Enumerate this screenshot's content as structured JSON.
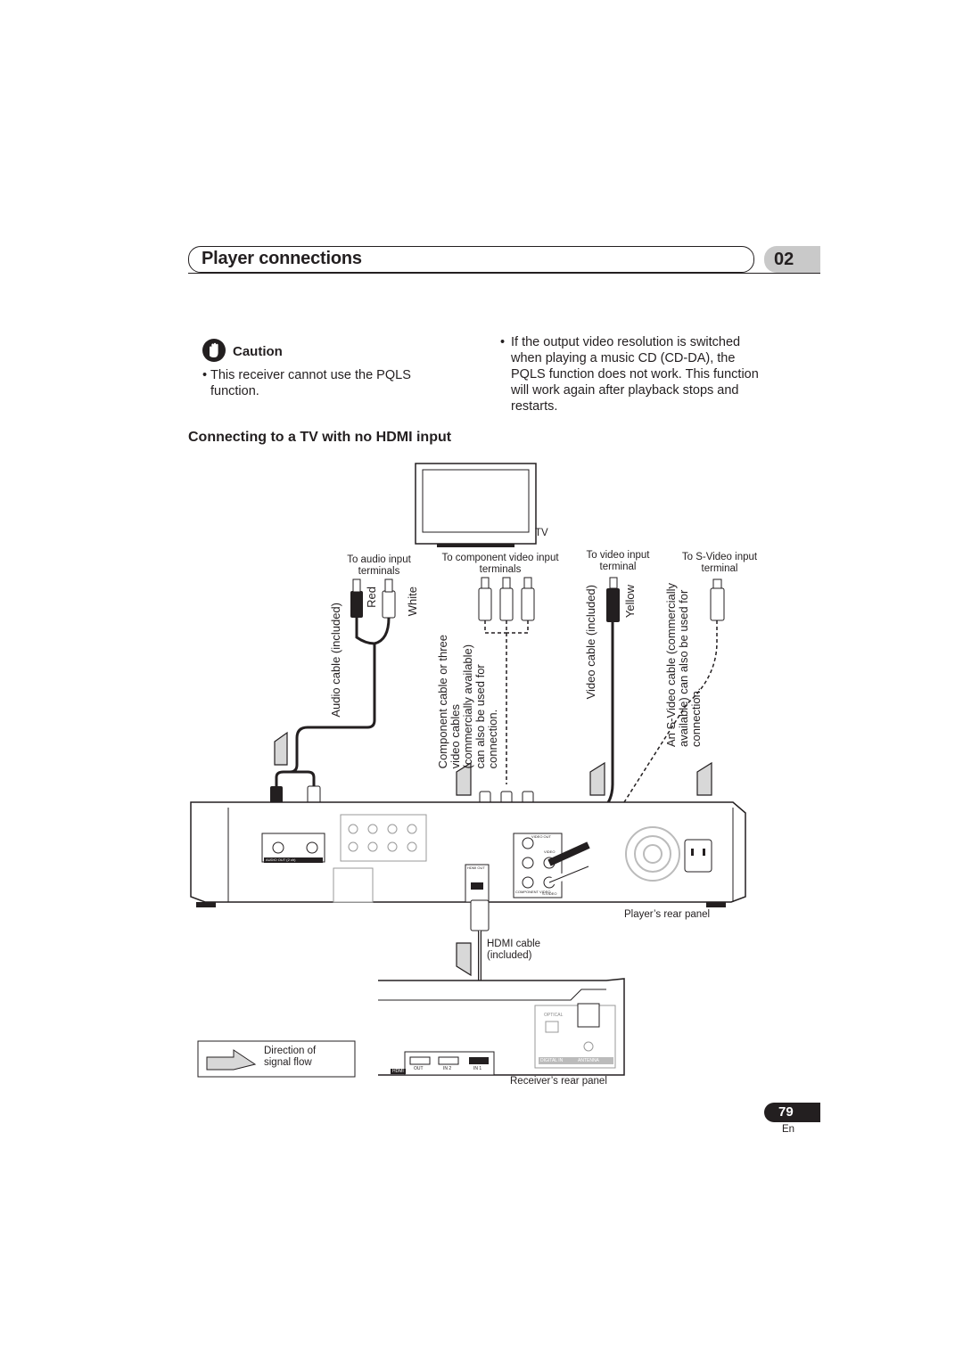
{
  "header": {
    "title": "Player connections",
    "chapter": "02"
  },
  "caution": {
    "label": "Caution",
    "bullet_left": [
      "This receiver cannot use the PQLS",
      "function."
    ],
    "bullet_right": [
      "If the output video resolution is switched",
      "when playing a music CD (CD-DA), the",
      "PQLS function does not work. This function",
      "will work again after playback stops and",
      "restarts."
    ]
  },
  "section_title": "Connecting to a TV with no HDMI input",
  "diagram": {
    "tv_label": "TV",
    "audio_input": [
      "To audio input",
      "terminals"
    ],
    "component_input": [
      "To component video input",
      "terminals"
    ],
    "video_input": [
      "To video input",
      "terminal"
    ],
    "svideo_input": [
      "To S-Video input",
      "terminal"
    ],
    "red": "Red",
    "white": "White",
    "yellow": "Yellow",
    "audio_cable": "Audio cable (included)",
    "component_cable": [
      "Component cable or three",
      "video cables",
      "(commercially available)",
      "can also be used for",
      "connection."
    ],
    "video_cable": "Video cable (included)",
    "svideo_cable": [
      "An S-Video cable (commercially",
      "available) can also be used for",
      "connection."
    ],
    "players_rear": "Player’s rear panel",
    "hdmi_cable": [
      "HDMI cable",
      "(included)"
    ],
    "direction": [
      "Direction of",
      "signal flow"
    ],
    "receivers_rear": "Receiver’s rear panel",
    "panel_labels": {
      "video_out": "VIDEO OUT",
      "video": "VIDEO",
      "component_video": "COMPONENT VIDEO",
      "svideo": "S-VIDEO",
      "hdmi_out": "HDMI OUT",
      "audio_out": "AUDIO OUT (2 ch)",
      "optical": "OPTICAL",
      "digital_in": "DIGITAL IN",
      "antenna": "ANTENNA",
      "hdmi": "HDMI",
      "out": "OUT",
      "in2": "IN 2",
      "in1": "IN 1"
    }
  },
  "footer": {
    "page": "79",
    "lang": "En"
  }
}
